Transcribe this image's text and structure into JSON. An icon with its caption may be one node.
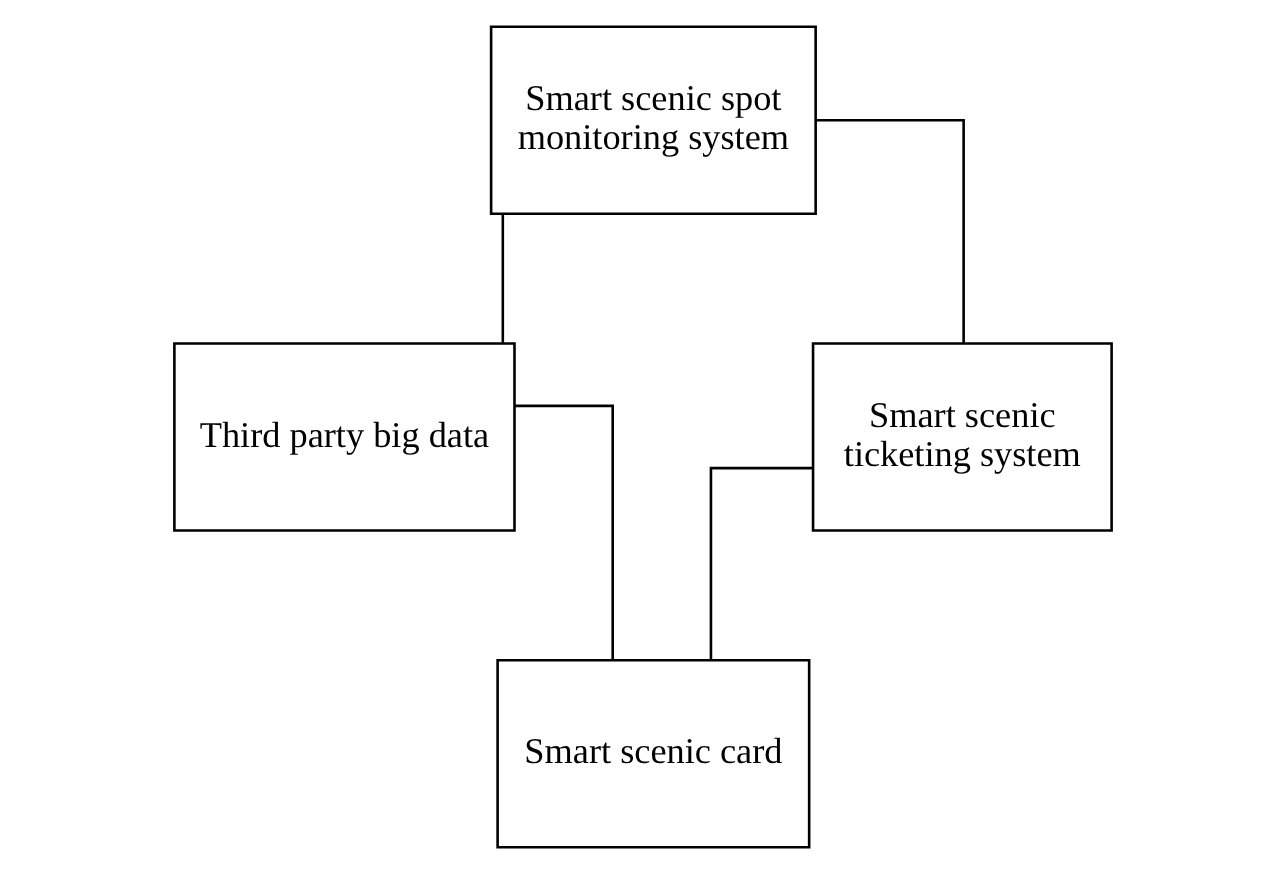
{
  "diagram": {
    "nodes": [
      {
        "text": [
          "Smart scenic spot monitoring system"
        ]
      },
      {
        "text": [
          "Third party big data"
        ]
      },
      {
        "text": [
          "Smart scenic ticketing system"
        ]
      },
      {
        "text": [
          "Smart scenic card"
        ]
      }
    ],
    "edges": [
      {
        "from": 0,
        "to": 1,
        "arrow": "none"
      },
      {
        "from": 0,
        "to": 2,
        "arrow": "none"
      },
      {
        "from": 2,
        "to": 3,
        "arrow": "none"
      },
      {
        "from": 1,
        "to": 3,
        "arrow": "none"
      }
    ]
  }
}
